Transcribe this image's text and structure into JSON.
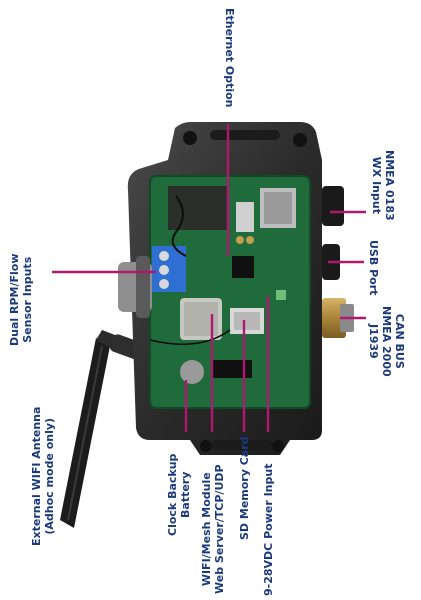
{
  "colors": {
    "label_text": "#1c3a7a",
    "leader_line": "#b0186e",
    "enclosure": "#2a2a2a",
    "board": "#1f6b3c"
  },
  "labels": {
    "ethernet": "Ethernet Option",
    "nmea0183": [
      "NMEA 0183",
      "WX Input"
    ],
    "usb": "USB Port",
    "canbus": [
      "CAN BUS",
      "NMEA 2000",
      "J1939"
    ],
    "dual_rpm": [
      "Dual RPM/Flow",
      "Sensor Inputs"
    ],
    "wifi_antenna": [
      "External WIFI Antenna",
      "(Adhoc mode only)"
    ],
    "clock_backup": [
      "Clock Backup",
      "Battery"
    ],
    "wifi_module": [
      "WIFI/Mesh Module",
      "Web Server/TCP/UDP"
    ],
    "sd_card": "SD Memory Card",
    "power_input": "9-28VDC Power Input"
  }
}
